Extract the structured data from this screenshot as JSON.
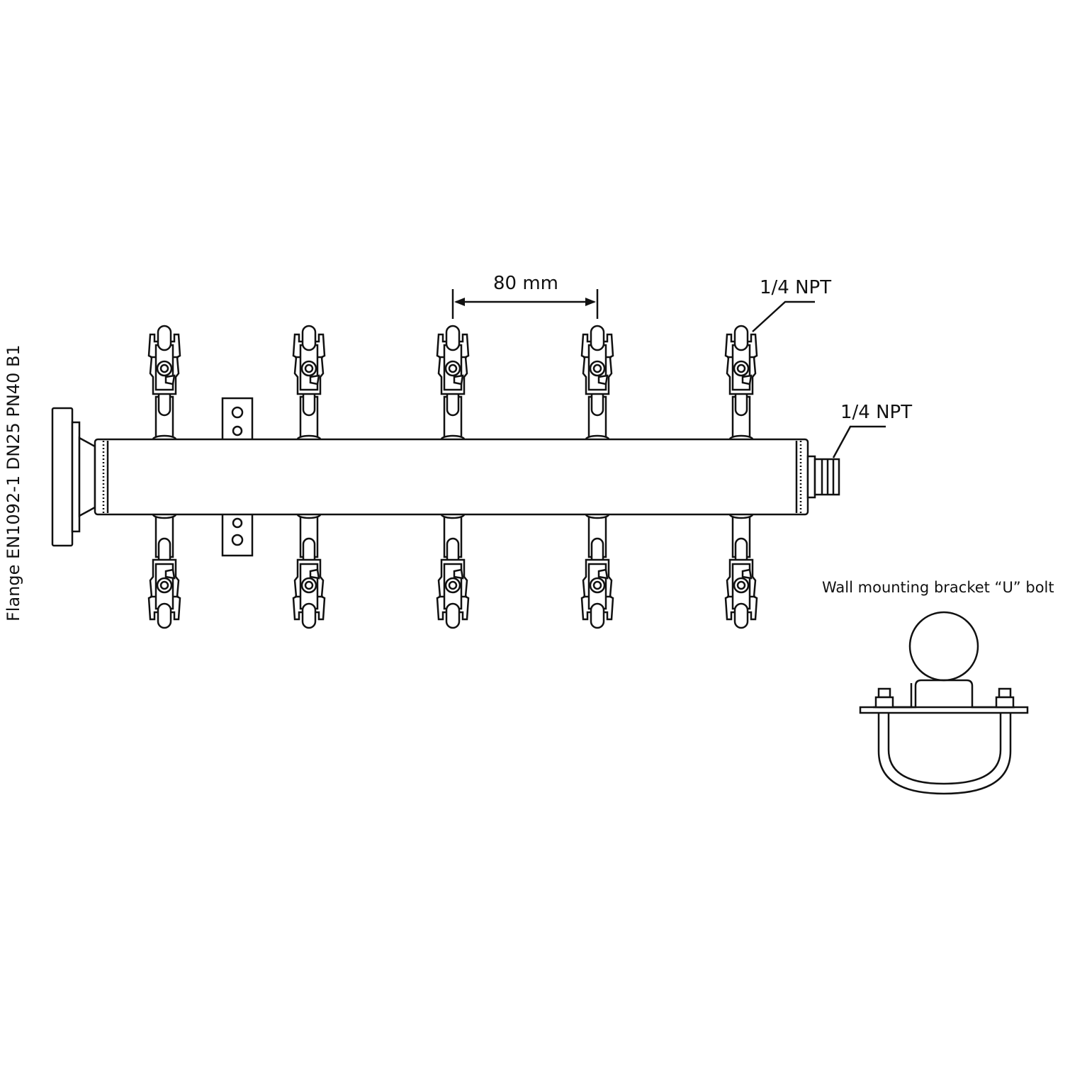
{
  "labels": {
    "spacing": "80 mm",
    "top_outlet": "1/4 NPT",
    "end_outlet": "1/4 NPT",
    "flange": "Flange EN1092-1 DN25 PN40 B1",
    "bracket": "Wall mounting bracket “U” bolt"
  },
  "valves": {
    "top_count": 5,
    "bottom_count": 5
  },
  "colors": {
    "line": "#111111",
    "background": "#ffffff"
  }
}
